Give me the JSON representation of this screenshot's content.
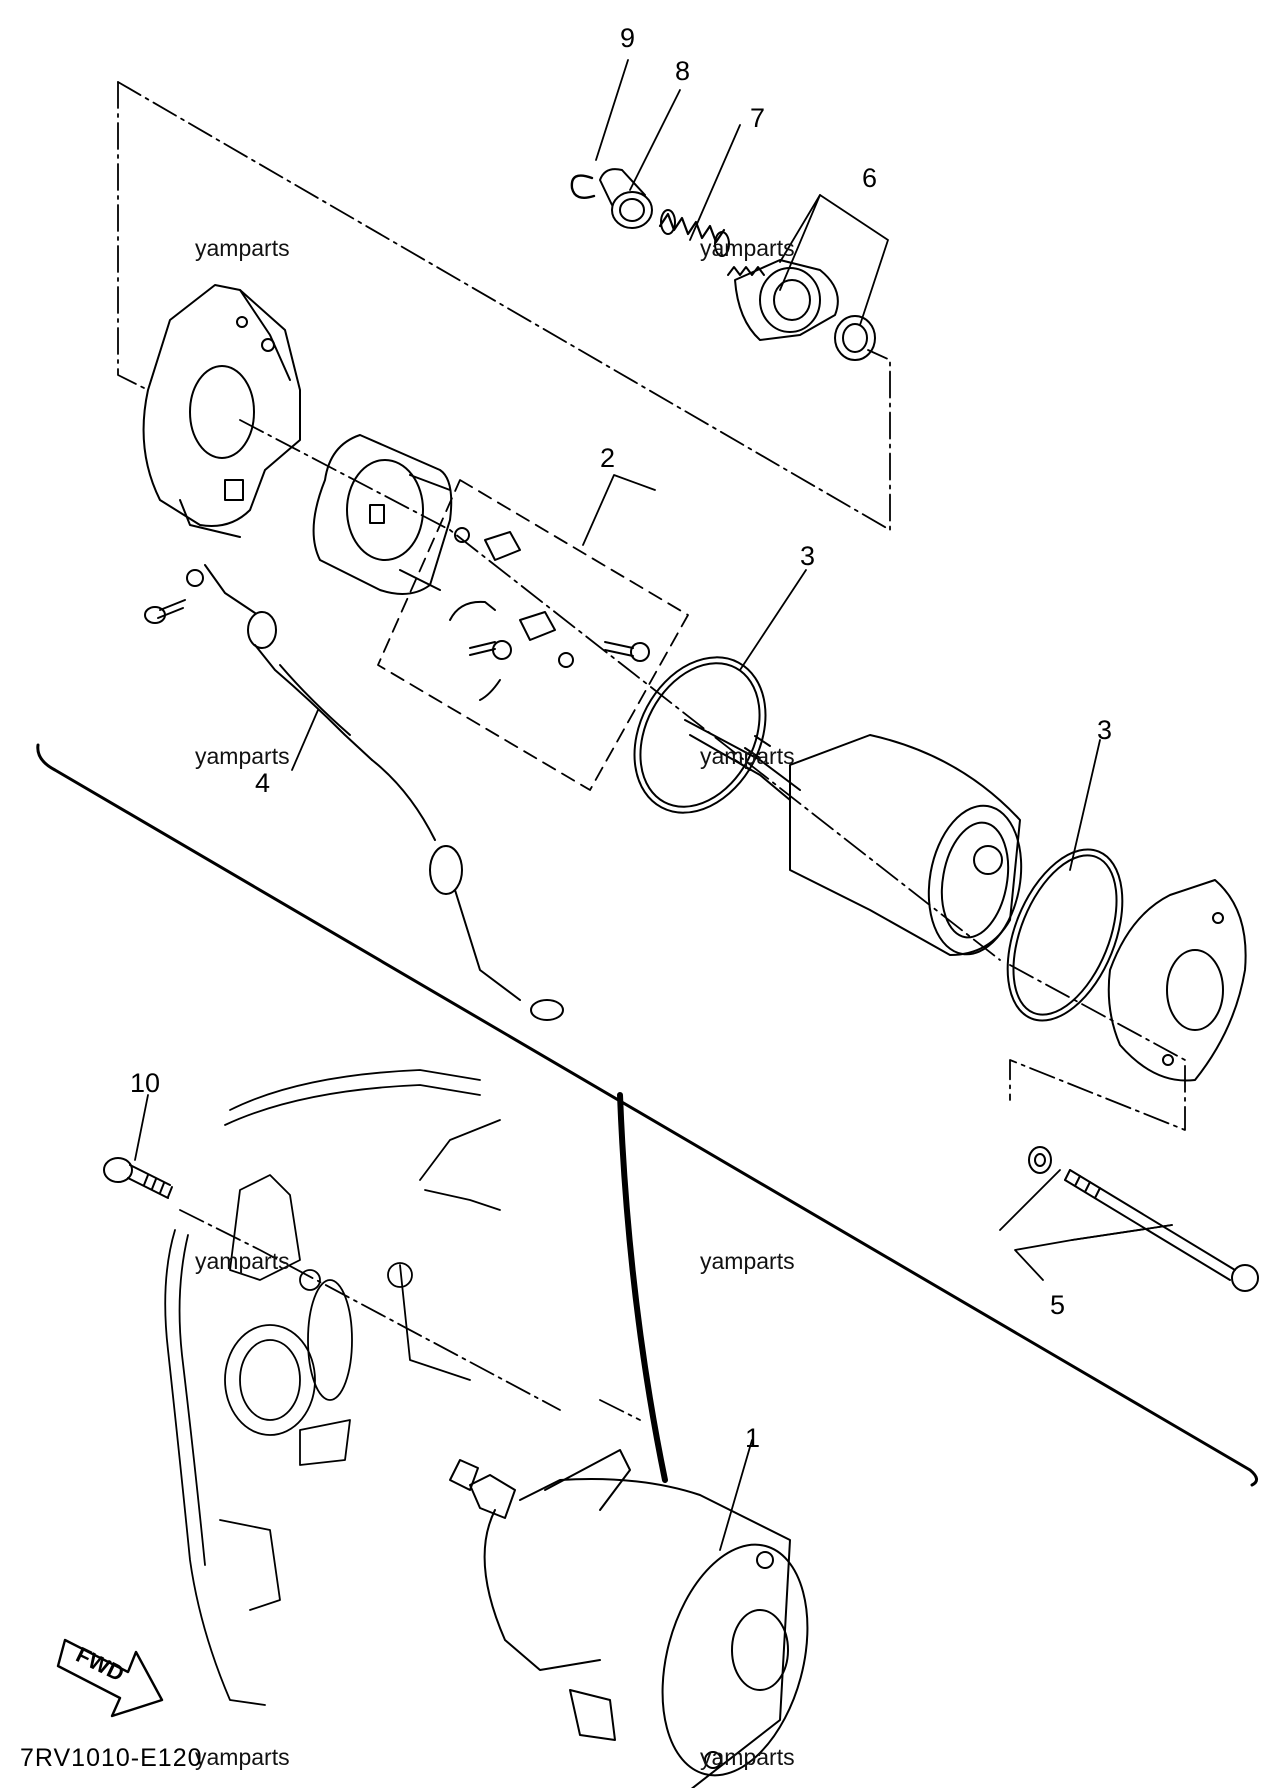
{
  "diagram": {
    "code": "7RV1010-E120",
    "watermark": "yamparts",
    "fwd_label": "FWD",
    "callouts": {
      "p1": "1",
      "p2": "2",
      "p3a": "3",
      "p3b": "3",
      "p4": "4",
      "p5": "5",
      "p6": "6",
      "p7": "7",
      "p8": "8",
      "p9": "9",
      "p10": "10"
    }
  }
}
